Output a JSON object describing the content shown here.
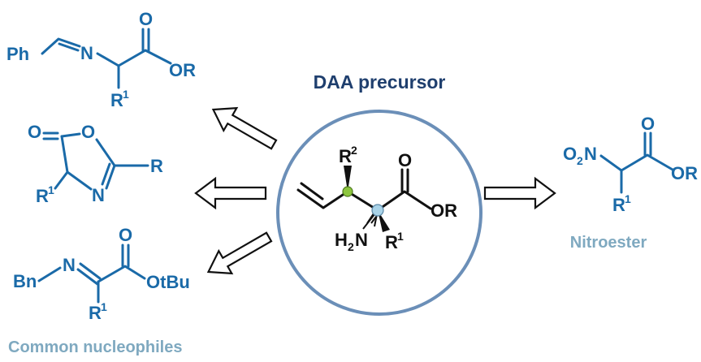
{
  "title": "DAA precursor",
  "left_caption": "Common nucleophiles",
  "right_caption": "Nitroester",
  "colors": {
    "structure_blue": "#1a6aa8",
    "title_navy": "#1f3f6e",
    "caption_light": "#7fa9c0",
    "circle": "#6b8fb8",
    "stereo_green": "#8dc63f",
    "stereo_blue": "#a9d3e8"
  },
  "labels": {
    "imine": {
      "ph": "Ph",
      "n": "N",
      "o": "O",
      "or": "OR",
      "r": "R",
      "one": "1"
    },
    "azlactone": {
      "o_carbonyl": "O",
      "o_ring": "O",
      "n": "N",
      "r": "R",
      "r1": "R",
      "one": "1"
    },
    "ketimine": {
      "bn": "Bn",
      "n": "N",
      "o": "O",
      "otbu": "OtBu",
      "r": "R",
      "one": "1"
    },
    "center": {
      "r2": "R",
      "two": "2",
      "o": "O",
      "or": "OR",
      "h2n_h": "H",
      "h2n_2": "2",
      "h2n_n": "N",
      "r1": "R",
      "one": "1"
    },
    "nitro": {
      "o2n_o": "O",
      "o2n_2": "2",
      "o2n_n": "N",
      "o": "O",
      "or": "OR",
      "r": "R",
      "one": "1"
    }
  }
}
